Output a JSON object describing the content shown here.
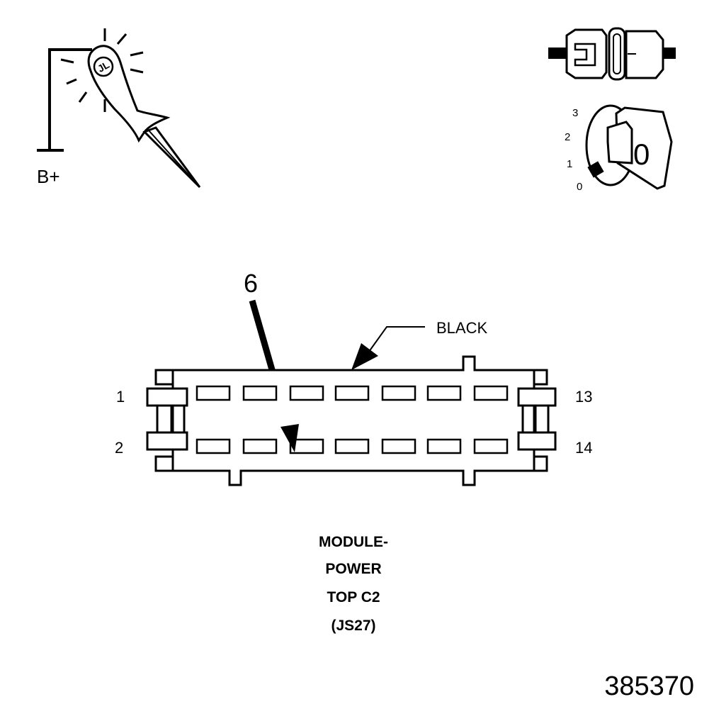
{
  "test_light": {
    "supply_label": "B+",
    "logo_text": "JL"
  },
  "ignition": {
    "positions": [
      "3",
      "2",
      "1",
      "0"
    ],
    "key_text": "0"
  },
  "pin_number": "6",
  "connector": {
    "color_label": "BLACK",
    "pin_labels": {
      "top_left": "1",
      "bottom_left": "2",
      "top_right": "13",
      "bottom_right": "14"
    },
    "caption_lines": [
      "MODULE-",
      "POWER",
      "TOP C2",
      "(JS27)"
    ]
  },
  "figure_number": "385370",
  "colors": {
    "ink": "#000000",
    "paper": "#ffffff",
    "shade": "#f2f2f2"
  }
}
